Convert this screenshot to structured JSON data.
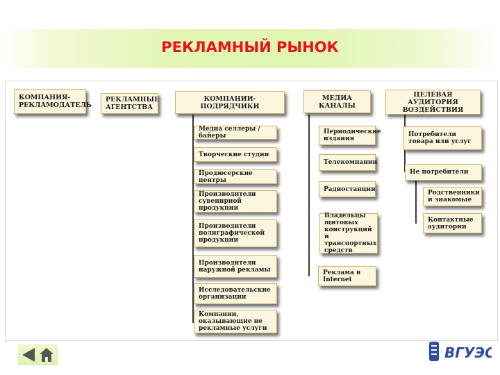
{
  "title": "РЕКЛАМНЫЙ РЫНОК",
  "top": {
    "advertiser": "КОМПАНИЯ-\nРЕКЛАМОДАТЕЛЬ",
    "agencies": "РЕКЛАМНЫЕ\nАГЕНТСТВА",
    "contractors": "КОМПАНИИ-ПОДРЯДЧИКИ",
    "media": "МЕДИА КАНАЛЫ",
    "audience": "ЦЕЛЕВАЯ АУДИТОРИЯ\nВОЗДЕЙСТВИЯ"
  },
  "contractors": [
    "Медиа селлеры / байеры",
    "Творческие студии",
    "Продюсерские  центры",
    "Производители сувенирной продукции",
    "Производители полиграфической продукции",
    "Производители наружной рекламы",
    "Исследовательские организации",
    "Компании, оказывающие не рекламные услуги"
  ],
  "media": [
    "Периодические издания",
    "Телекомпании",
    "Радиостанции",
    "Владельцы щитовых конструкций и транспортных средств",
    "Реклама в Internet"
  ],
  "audience": {
    "consumers": "Потребители товара или услуг",
    "non_consumers": "Не потребители",
    "sub": [
      "Родственники и знакомые",
      "Контактные аудитории"
    ]
  },
  "footer": {
    "back_icon": "arrow-left-icon",
    "home_icon": "home-icon",
    "logo_text": "ВГУЭС"
  }
}
